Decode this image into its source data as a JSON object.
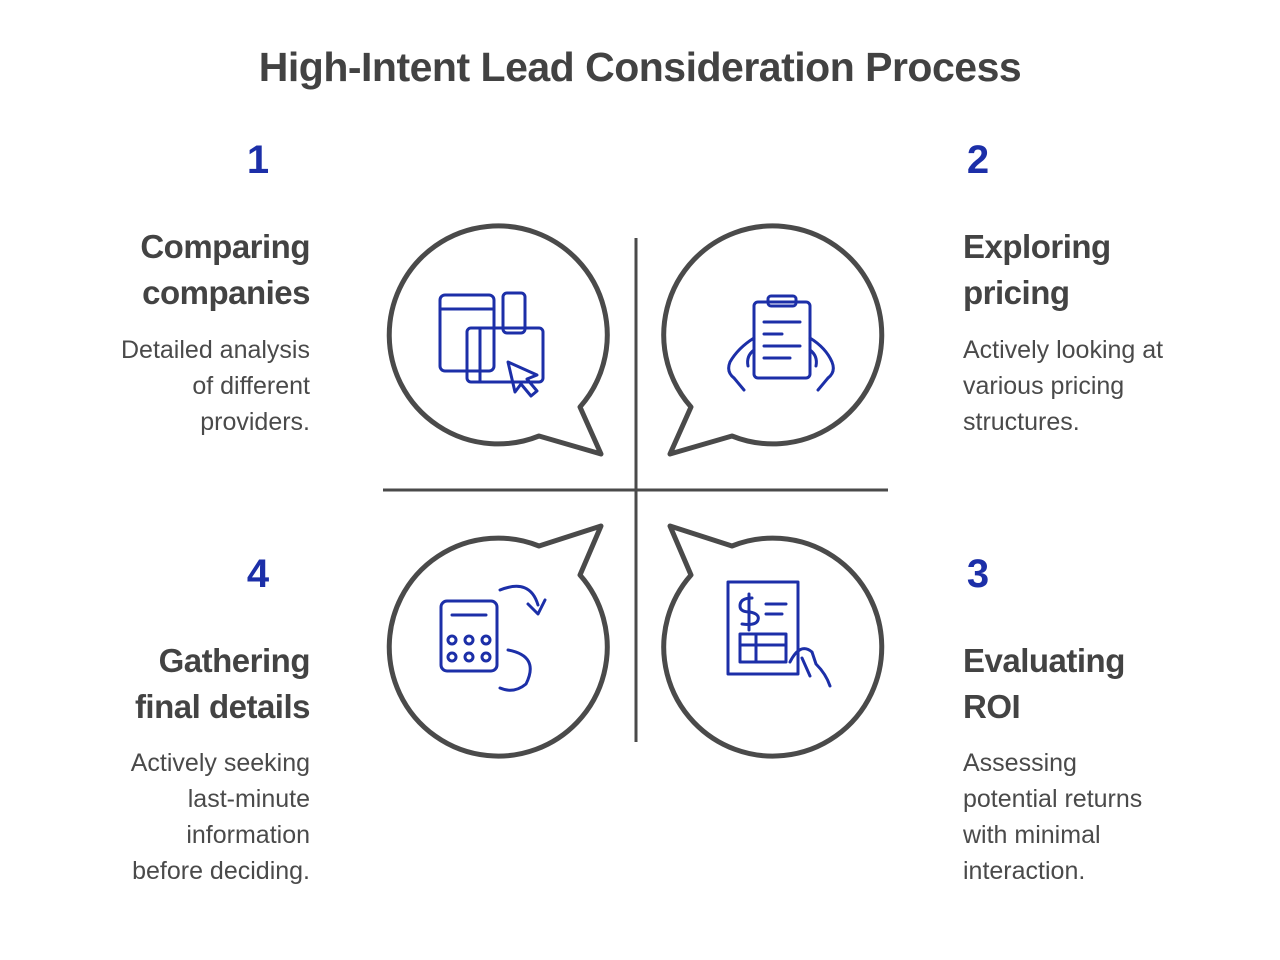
{
  "title": "High-Intent Lead Consideration Process",
  "steps": [
    {
      "number": "1",
      "title_line1": "Comparing",
      "title_line2": "companies",
      "desc_lines": [
        "Detailed analysis",
        "of different",
        "providers."
      ],
      "icon": "devices-compare-icon"
    },
    {
      "number": "2",
      "title_line1": "Exploring",
      "title_line2": "pricing",
      "desc_lines": [
        "Actively looking at",
        "various pricing",
        "structures."
      ],
      "icon": "price-list-hands-icon"
    },
    {
      "number": "3",
      "title_line1": "Evaluating",
      "title_line2": "ROI",
      "desc_lines": [
        "Assessing",
        "potential returns",
        "with minimal",
        "interaction."
      ],
      "icon": "invoice-hand-icon"
    },
    {
      "number": "4",
      "title_line1": "Gathering",
      "title_line2": "final details",
      "desc_lines": [
        "Actively seeking",
        "last-minute",
        "information",
        "before deciding."
      ],
      "icon": "calculator-refresh-icon"
    }
  ],
  "colors": {
    "accent": "#1c2fa8",
    "outline": "#4a4a4a",
    "text": "#434343"
  }
}
